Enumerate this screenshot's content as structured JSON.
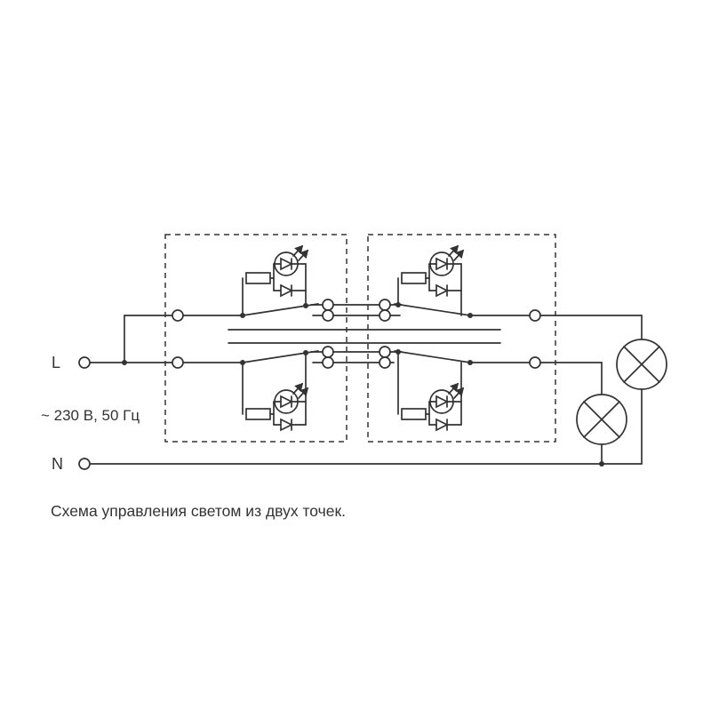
{
  "diagram": {
    "type": "wiring-schematic",
    "labels": {
      "phase": "L",
      "neutral": "N",
      "supply": "~ 230 В, 50 Гц",
      "caption": "Схема управления светом из двух точек."
    },
    "colors": {
      "line": "#333333",
      "background": "#ffffff"
    },
    "components": {
      "switch_modules": 2,
      "switches_per_module": 2,
      "led_indicators": 4,
      "lamps": 2
    }
  }
}
